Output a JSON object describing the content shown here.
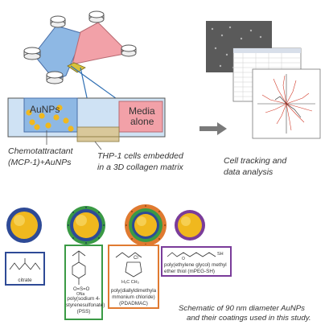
{
  "device": {
    "left_label": "AuNPs",
    "right_label_line1": "Media",
    "right_label_line2": "alone"
  },
  "captions": {
    "left_line1": "Chemotattractant",
    "left_line2": "(MCP-1)+AuNPs",
    "mid_line1": "THP-1 cells embedded",
    "mid_line2": "in a 3D collagen matrix",
    "right_line1": "Cell tracking and",
    "right_line2": "data analysis"
  },
  "coatings": [
    {
      "ring_color": "#2e4a96",
      "label_lines": [
        "citrate"
      ],
      "border_color": "#2e4a96"
    },
    {
      "ring_color": "#3a9a45",
      "label_lines": [
        "poly(sodium 4-",
        "styrenesulfonate)",
        "(PSS)"
      ],
      "border_color": "#3a9a45"
    },
    {
      "ring_color": "#e07a30",
      "label_lines": [
        "poly(diallyldimethyla",
        "mmonium chloride)",
        "(PDADMAC)"
      ],
      "border_color": "#e07a30"
    },
    {
      "ring_color": "#7a3c9a",
      "label_lines": [
        "poly(ethylene glycol) methyl",
        "ether thiol (mPEG-SH)"
      ],
      "border_color": "#7a3c9a"
    }
  ],
  "schematic_caption": {
    "line1": "Schematic of 90 nm diameter AuNPs",
    "line2": "and their coatings used in this study."
  },
  "colors": {
    "channel_blue": "#cfe2f4",
    "chamber_blue": "#8eb8e4",
    "chamber_pink": "#f2a1a8",
    "gold": "#f0b81e",
    "arrow_gray": "#7a7a7a",
    "leader_blue": "#2f6fb3"
  }
}
